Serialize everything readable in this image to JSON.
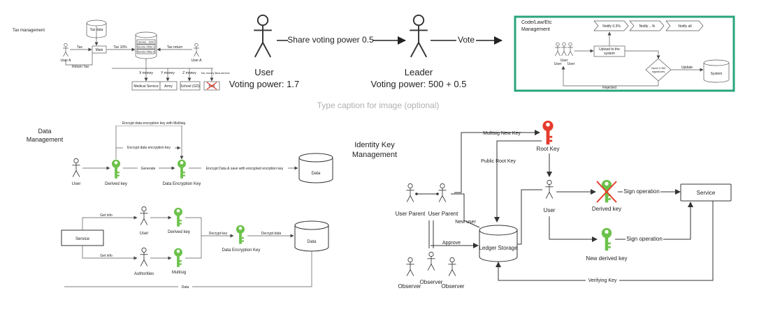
{
  "tax": {
    "title": "Tax management",
    "db_tax": "Tax data",
    "db_list": [
      "Service - 1000",
      "Service Office 2",
      "Service Office A"
    ],
    "edge_labels": [
      "Tax",
      "Tax 10%",
      "Tax return",
      "Return Tax"
    ],
    "actor_left": "User A",
    "actor_right": "User A",
    "node_mid": "Main",
    "branches": [
      "X money",
      "Y money",
      "Z money",
      "Tax money Bad service"
    ],
    "targets": [
      "Medical Service",
      "Army",
      "School (GD)",
      "Bad"
    ]
  },
  "voting": {
    "user_label": "User",
    "user_power": "Voting power: 1.7",
    "share_label": "Share voting power 0.5",
    "leader_label": "Leader",
    "leader_power": "Voting power: 500 + 0.5",
    "vote_label": "Vote"
  },
  "code_mgmt": {
    "title": "Code/Law/Etc Management",
    "notify": [
      "Notify 0.3%",
      "Notify ...%",
      "Notify all"
    ],
    "actors": [
      "User",
      "User",
      "User"
    ],
    "upload": "Upload to the system",
    "decision": "Need 2.3M signatures",
    "update": "Update",
    "system": "System",
    "rejected": "Rejected",
    "accent": "#2aa57a"
  },
  "caption": "Type caption for image (optional)",
  "data_mgmt": {
    "title": "Data Management",
    "top_label": "Encrypt data encryption key with Multisig",
    "enc_label": "Encrypt data encryption key",
    "generate": "Generate",
    "encrypt_save": "Encrypt Data & save with encrypted encrption key",
    "user": "User",
    "derived_key": "Derived key",
    "dek": "Data Encryption Key",
    "data": "Data",
    "service": "Service",
    "get_info_1": "Get info",
    "get_info_2": "Get info",
    "user2": "User",
    "derived_key2": "Derived key",
    "decrypt_key": "Decrypt key",
    "dek2": "Data Encryption Key",
    "decrypt_data": "Decrypt data",
    "data2": "Data",
    "authorities": "Authorities",
    "multisig": "Multisig",
    "data_return": "Data",
    "key_color": "#6cc24a"
  },
  "identity": {
    "title": "Identity Key Management",
    "multisig_new_key": "Multisig New Key",
    "root_key": "Root Key",
    "public_root_key": "Public Root Key",
    "user_parent_1": "User Parent",
    "user_parent_2": "User Parent",
    "new_user": "New user",
    "approve": "Approve",
    "ledger": "Ledger Storage",
    "user": "User",
    "sign_op_1": "Sign operation",
    "sign_op_2": "Sign operation",
    "derived_key": "Derived key",
    "new_derived_key": "New derived key",
    "service": "Service",
    "observers": [
      "Observer",
      "Observer",
      "Observer"
    ],
    "verifying_key": "Verifying Key",
    "root_key_color": "#e53b2c",
    "key_color": "#6cc24a",
    "cross_color": "#e53b2c"
  }
}
